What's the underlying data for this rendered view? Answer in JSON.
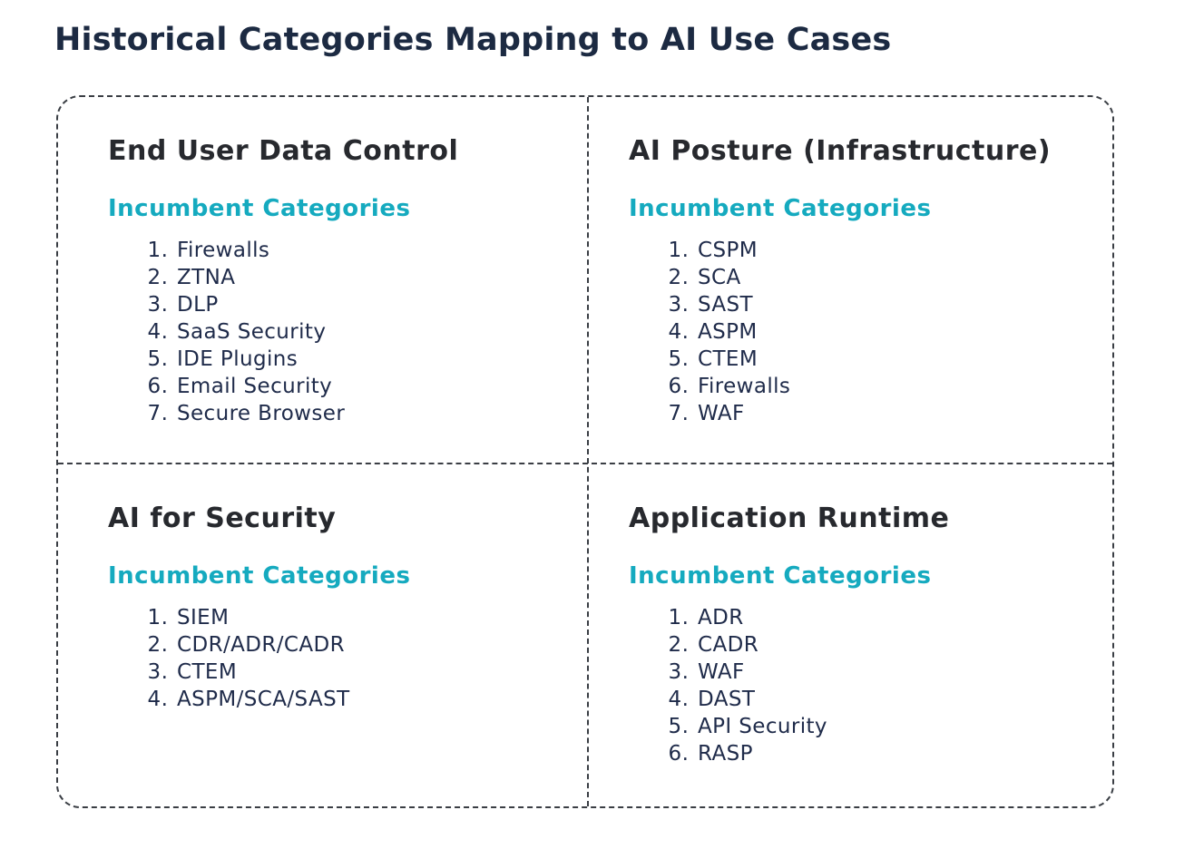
{
  "title": "Historical Categories Mapping to AI Use Cases",
  "colors": {
    "background": "#ffffff",
    "title_text": "#1c2a42",
    "quadrant_heading_text": "#27292e",
    "subheading_accent": "#15aabf",
    "list_text": "#1f2b4a",
    "dashed_border": "#3a3e44"
  },
  "quadrants": [
    {
      "title": "End User Data Control",
      "subtitle": "Incumbent Categories",
      "items": [
        "Firewalls",
        "ZTNA",
        "DLP",
        "SaaS Security",
        "IDE Plugins",
        "Email Security",
        "Secure Browser"
      ]
    },
    {
      "title": "AI Posture (Infrastructure)",
      "subtitle": "Incumbent Categories",
      "items": [
        "CSPM",
        "SCA",
        "SAST",
        "ASPM",
        "CTEM",
        "Firewalls",
        "WAF"
      ]
    },
    {
      "title": "AI for Security",
      "subtitle": "Incumbent Categories",
      "items": [
        "SIEM",
        "CDR/ADR/CADR",
        "CTEM",
        "ASPM/SCA/SAST"
      ]
    },
    {
      "title": "Application Runtime",
      "subtitle": "Incumbent Categories",
      "items": [
        "ADR",
        "CADR",
        "WAF",
        "DAST",
        "API Security",
        "RASP"
      ]
    }
  ]
}
